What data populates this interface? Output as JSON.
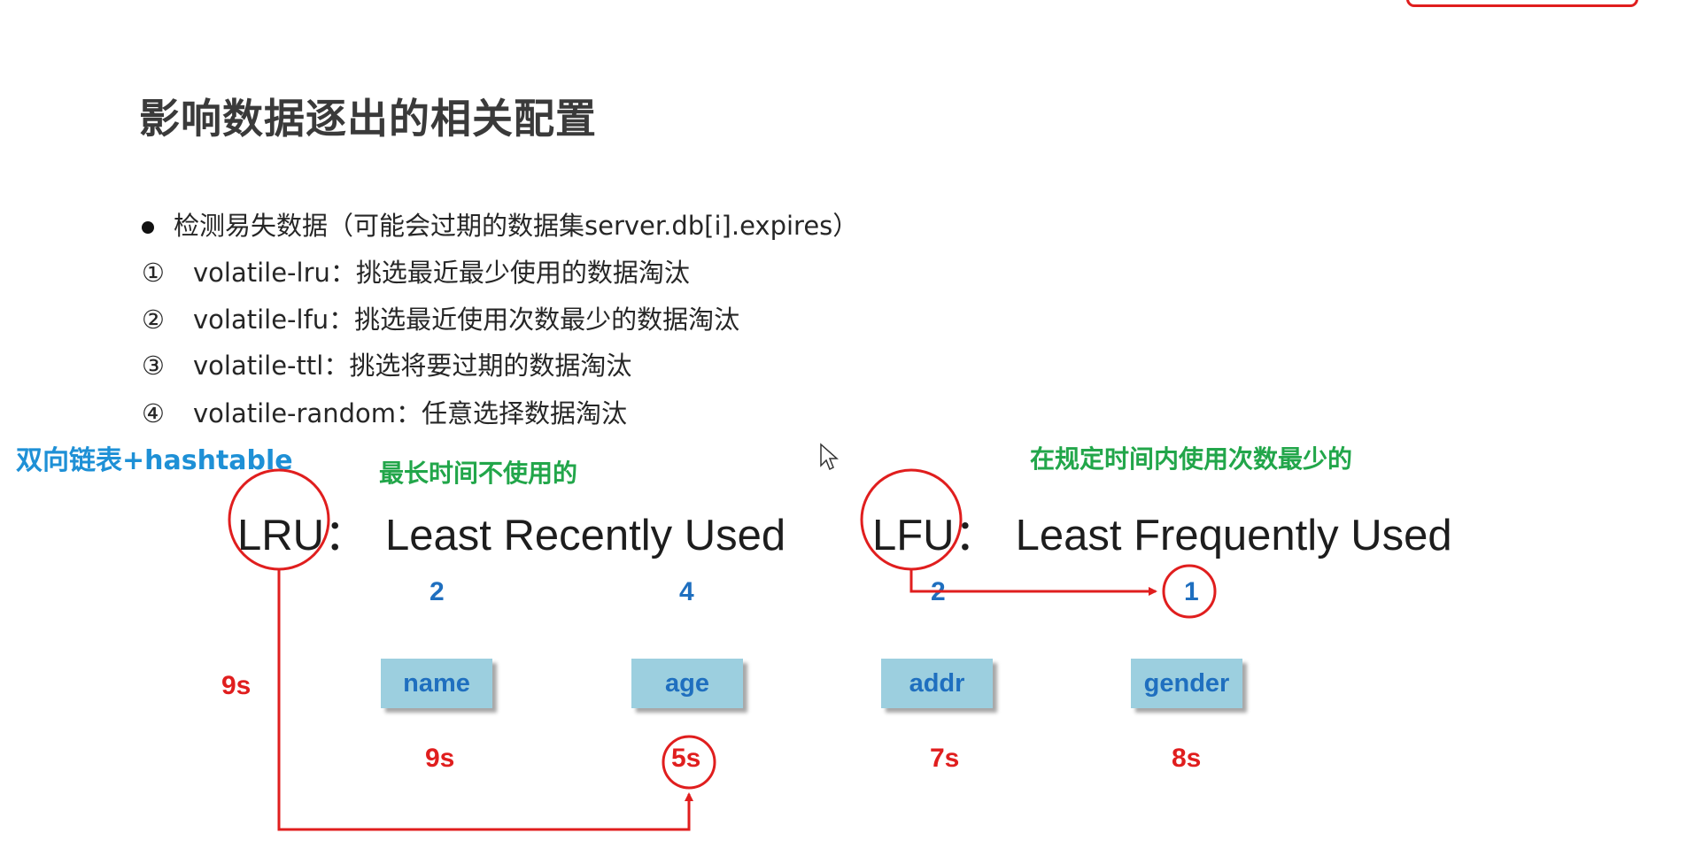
{
  "title": "影响数据逐出的相关配置",
  "bullet": "检测易失数据（可能会过期的数据集server.db[i].expires）",
  "items": [
    {
      "num": "①",
      "text": "volatile-lru：挑选最近最少使用的数据淘汰"
    },
    {
      "num": "②",
      "text": "volatile-lfu：挑选最近使用次数最少的数据淘汰"
    },
    {
      "num": "③",
      "text": "volatile-ttl：挑选将要过期的数据淘汰"
    },
    {
      "num": "④",
      "text": "volatile-random：任意选择数据淘汰"
    }
  ],
  "notes": {
    "structure": "双向链表+hashtable",
    "lru_desc": "最长时间不使用的",
    "lfu_desc": "在规定时间内使用次数最少的"
  },
  "lru": {
    "abbr": "LRU",
    "sep": "：",
    "full": "Least Recently Used"
  },
  "lfu": {
    "abbr": "LFU",
    "sep": "：",
    "full": "Least Frequently Used"
  },
  "keys": [
    {
      "name": "name",
      "count": "2",
      "time": "9s"
    },
    {
      "name": "age",
      "count": "4",
      "time": "5s"
    },
    {
      "name": "addr",
      "count": "2",
      "time": "7s"
    },
    {
      "name": "gender",
      "count": "1",
      "time": "8s"
    }
  ],
  "lru_time": "9s",
  "colors": {
    "red": "#e01e1e",
    "blue": "#1f6fbf",
    "green": "#22a64a",
    "key_bg": "#9ccfdf"
  }
}
